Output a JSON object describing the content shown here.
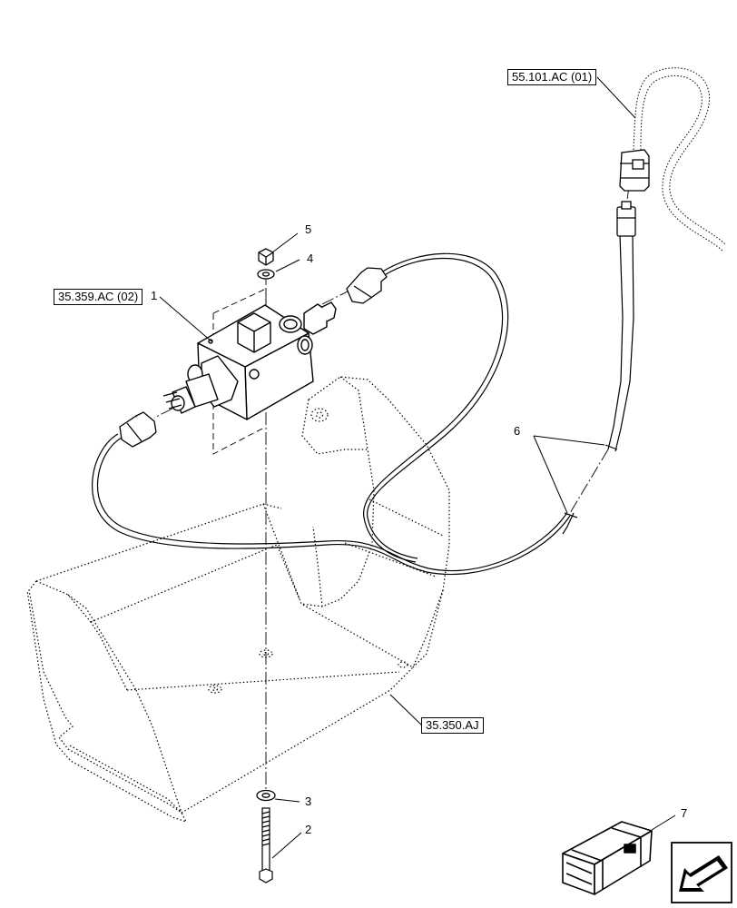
{
  "references": {
    "harness_ref": "55.101.AC (01)",
    "valve_ref": "35.359.AC (02)",
    "bracket_ref": "35.350.AJ"
  },
  "callouts": {
    "valve": "1",
    "bolt": "2",
    "washer_lower": "3",
    "washer_upper": "4",
    "nut": "5",
    "harness": "6",
    "kit": "7"
  },
  "icons": {
    "navigation": "arrow-icon",
    "kit": "crate-icon"
  }
}
